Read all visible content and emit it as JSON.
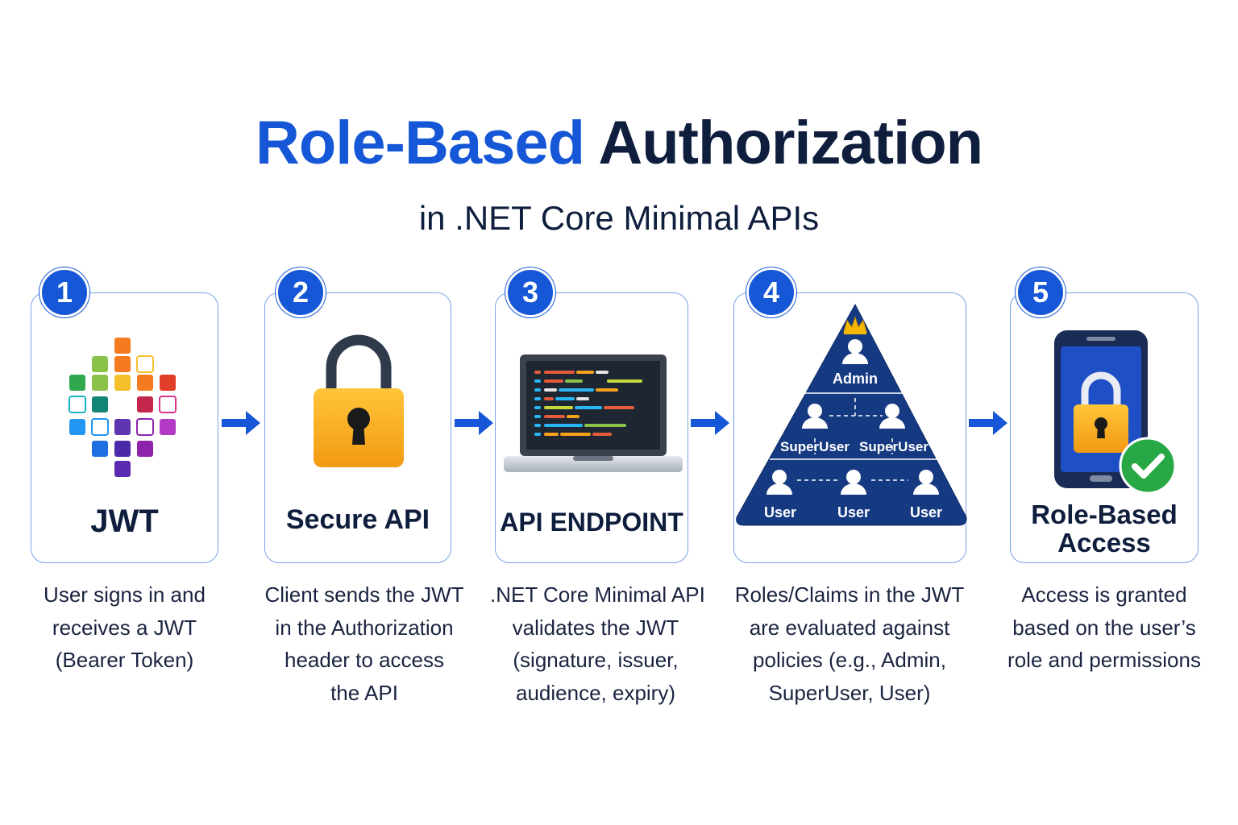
{
  "title": {
    "part1": "Role-Based",
    "part2": "Authorization"
  },
  "subtitle": "in .NET Core Minimal APIs",
  "steps": [
    {
      "number": "1",
      "label": "JWT",
      "desc": [
        "User signs in and",
        "receives a JWT",
        "(Bearer Token)"
      ]
    },
    {
      "number": "2",
      "label": "Secure API",
      "desc": [
        "Client sends the JWT",
        "in the Authorization",
        "header to access",
        "the API"
      ]
    },
    {
      "number": "3",
      "label": "API ENDPOINT",
      "desc": [
        ".NET Core Minimal API",
        "validates the JWT",
        "(signature, issuer,",
        "audience, expiry)"
      ]
    },
    {
      "number": "4",
      "label": "",
      "desc": [
        "Roles/Claims in the JWT",
        "are evaluated against",
        "policies (e.g., Admin,",
        "SuperUser, User)"
      ]
    },
    {
      "number": "5",
      "label": [
        "Role-Based",
        "Access"
      ],
      "desc": [
        "Access is granted",
        "based on the user’s",
        "role and permissions"
      ]
    }
  ],
  "pyramid": {
    "top": "Admin",
    "middle": [
      "SuperUser",
      "SuperUser"
    ],
    "bottom": [
      "User",
      "User",
      "User"
    ]
  },
  "icons": [
    "jwt-mosaic-icon",
    "padlock-icon",
    "laptop-code-icon",
    "crown-icon",
    "user-icon",
    "smartphone-lock-icon",
    "check-circle-icon",
    "arrow-right-icon"
  ],
  "colors": {
    "accent": "#1557d6",
    "navy": "#0f1e3d",
    "pyramid": "#163a82",
    "lock_gold": "#f5a81c",
    "check_green": "#27a844"
  }
}
